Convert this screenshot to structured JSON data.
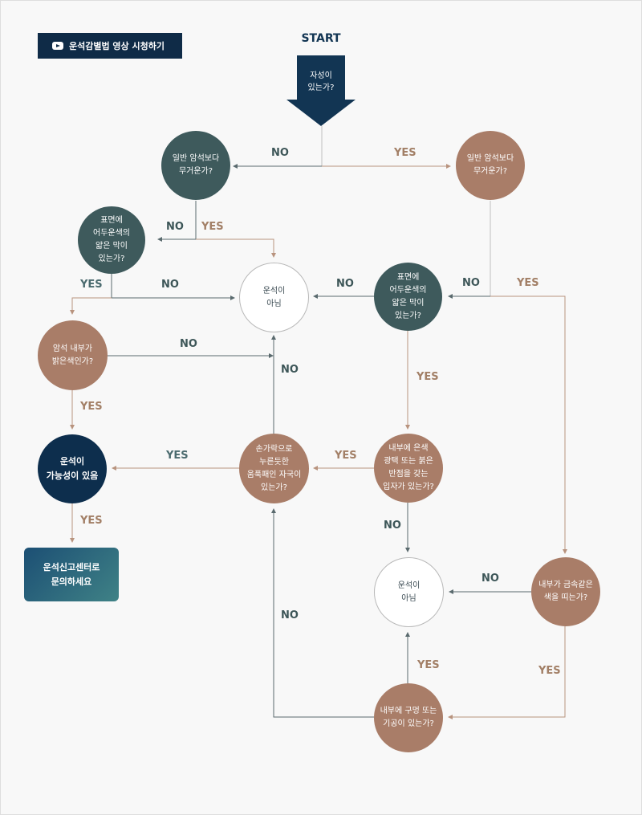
{
  "video_button": {
    "label": "운석감별법 영상 시청하기",
    "icon": "youtube-play-icon"
  },
  "start": {
    "label": "START",
    "question": "자성이\n있는가?"
  },
  "nodes": {
    "heavy_left": "일반 암석보다\n무거운가?",
    "heavy_right": "일반 암석보다\n무거운가?",
    "film_left": "표면에\n어두운색의\n얇은 막이\n있는가?",
    "film_right": "표면에\n어두운색의\n얇은 막이\n있는가?",
    "not_meteorite_top": "운석이\n아님",
    "inner_bright": "암석 내부가\n밝은색인가?",
    "thumbprint": "손가락으로\n누른듯한\n움푹패인 자국이\n있는가?",
    "inner_metal": "내부에 은색\n광택 또는 붉은\n반점을 갖는\n입자가 있는가?",
    "possible": "운석이\n가능성이 있음",
    "not_meteorite_bottom": "운석이\n아님",
    "metal_color": "내부가 금속같은\n색을 띠는가?",
    "holes": "내부에 구멍 또는\n기공이 있는가?"
  },
  "center_box": {
    "label": "운석신고센터로\n문의하세요"
  },
  "edge_labels": {
    "no_magnet": "NO",
    "yes_magnet": "YES",
    "no_heavy_left": "NO",
    "yes_heavy_left": "YES",
    "yes_film_left": "YES",
    "no_film_left": "NO",
    "no_heavy_right": "NO",
    "yes_heavy_right": "YES",
    "no_film_right": "NO",
    "no_inner_bright": "NO",
    "no_thumbprint": "NO",
    "yes_film_right": "YES",
    "yes_inner_bright": "YES",
    "yes_thumbprint": "YES",
    "yes_inner_metal": "YES",
    "yes_possible": "YES",
    "no_inner_metal": "NO",
    "no_metal_color": "NO",
    "no_holes": "NO",
    "yes_holes": "YES",
    "yes_metal_color": "YES"
  },
  "colors": {
    "dark": "#3e5a5c",
    "brown": "#a97d68",
    "navy": "#0d2e4d",
    "no_text": "#3d5658",
    "yes_text": "#a27f66"
  }
}
